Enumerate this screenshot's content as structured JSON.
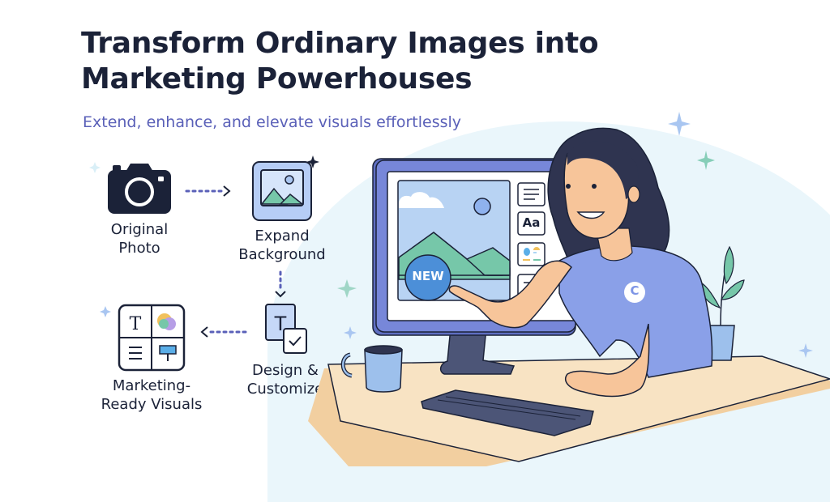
{
  "header": {
    "title_line1": "Transform Ordinary Images into",
    "title_line2": "Marketing Powerhouses",
    "subtitle": "Extend, enhance, and elevate visuals effortlessly"
  },
  "workflow": {
    "steps": [
      {
        "icon": "camera-icon",
        "label_line1": "Original",
        "label_line2": "Photo"
      },
      {
        "icon": "image-expand-icon",
        "label_line1": "Expand",
        "label_line2": "Background"
      },
      {
        "icon": "design-customize-icon",
        "label_line1": "Design &",
        "label_line2": "Customize"
      },
      {
        "icon": "marketing-grid-icon",
        "label_line1": "Marketing-",
        "label_line2": "Ready Visuals"
      }
    ],
    "arrows": [
      "right",
      "down",
      "left"
    ]
  },
  "illustration": {
    "badge_text": "NEW",
    "text_tool_label": "Aa",
    "shirt_logo": "C"
  },
  "colors": {
    "heading": "#1b2238",
    "subtitle": "#5a60b8",
    "accent_blue": "#7e95e6",
    "monitor": "#7787d9",
    "sky": "#b8d3f3",
    "mountain": "#76c7a9",
    "badge": "#4c8fd8",
    "skin": "#f7c59a",
    "hair": "#2f3450",
    "desk": "#f8dfb8",
    "background_blob": "#eaf6fb",
    "sparkle_teal": "#86ceb8",
    "sparkle_blue": "#a9c6f1"
  }
}
